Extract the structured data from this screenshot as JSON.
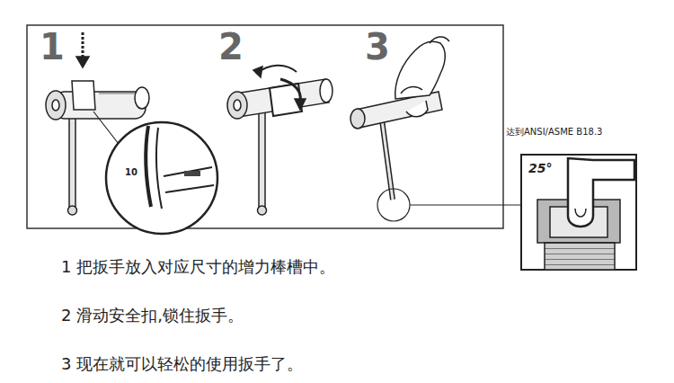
{
  "diagram": {
    "labels": [
      "1",
      "2",
      "3",
      "10",
      "达到ANSI/ASME B18.3",
      "25°",
      "1 把扳手放入对应尺寸的增力棒槽中。",
      "2 滑动安全扣,锁住扳手。",
      "3 现在就可以轻松的使用扳手了。"
    ]
  }
}
